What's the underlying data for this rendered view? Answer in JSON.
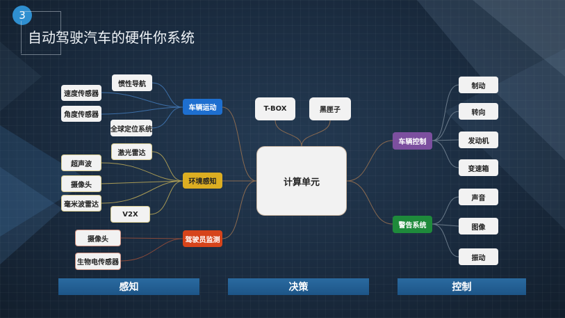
{
  "slide": {
    "number": "3",
    "title": "自动驾驶汽车的硬件你系统"
  },
  "center": {
    "label": "计算单元"
  },
  "top_nodes": [
    "T-BOX",
    "黑匣子"
  ],
  "categories": {
    "vehicle_motion": {
      "label": "车辆运动",
      "color": "#1e6fd0",
      "children": [
        "惯性导航",
        "速度传感器",
        "角度传感器",
        "全球定位系统"
      ]
    },
    "environment": {
      "label": "环境感知",
      "color": "#dcae22",
      "children": [
        "激光雷达",
        "超声波",
        "摄像头",
        "毫米波雷达",
        "V2X"
      ]
    },
    "driver_monitor": {
      "label": "驾驶员监测",
      "color": "#d6441b",
      "children": [
        "摄像头",
        "生物电传感器"
      ]
    },
    "vehicle_control": {
      "label": "车辆控制",
      "color": "#7c4f9f",
      "children": [
        "制动",
        "转向",
        "发动机",
        "变速箱"
      ]
    },
    "warning": {
      "label": "警告系统",
      "color": "#1e8a3b",
      "children": [
        "声音",
        "图像",
        "振动"
      ]
    }
  },
  "bottom_bars": [
    "感知",
    "决策",
    "控制"
  ]
}
